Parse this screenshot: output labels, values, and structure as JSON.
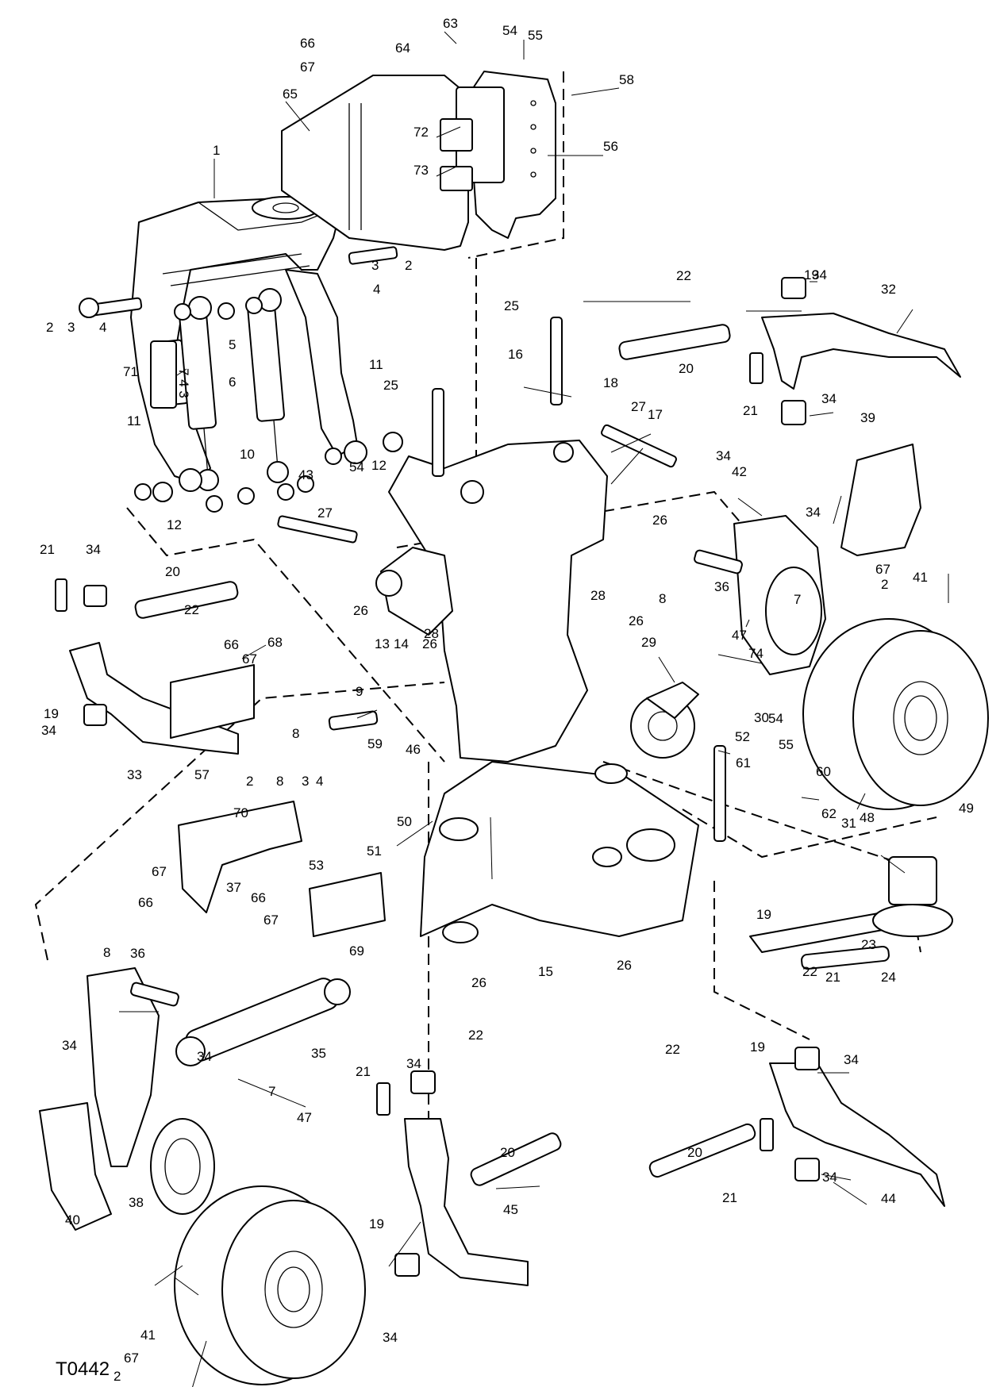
{
  "figure_id": "T0442",
  "frame_decal": "7 4 3",
  "callouts": [
    "1",
    "2",
    "3",
    "4",
    "5",
    "6",
    "7",
    "8",
    "9",
    "10",
    "11",
    "12",
    "13",
    "14",
    "15",
    "16",
    "17",
    "18",
    "19",
    "20",
    "21",
    "22",
    "23",
    "24",
    "25",
    "26",
    "27",
    "28",
    "29",
    "30",
    "31",
    "32",
    "33",
    "34",
    "35",
    "36",
    "37",
    "38",
    "39",
    "40",
    "41",
    "42",
    "43",
    "44",
    "45",
    "46",
    "47",
    "48",
    "49",
    "50",
    "51",
    "52",
    "53",
    "54",
    "55",
    "56",
    "57",
    "58",
    "59",
    "60",
    "61",
    "62",
    "63",
    "64",
    "65",
    "66",
    "67",
    "68",
    "69",
    "70",
    "71",
    "72",
    "73",
    "74"
  ]
}
